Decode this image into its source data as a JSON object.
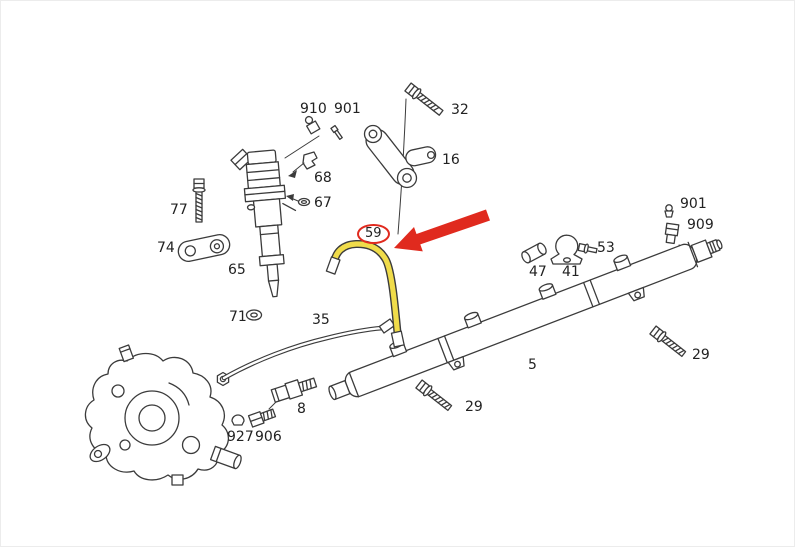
{
  "diagram": {
    "type": "exploded-parts-diagram",
    "subject": "common-rail fuel injection system line drawing",
    "highlight": {
      "circled_part": "59",
      "arrow_points_to": "59"
    },
    "colors": {
      "line_art": "#3b3b3b",
      "highlight_yellow": "#f0dc4a",
      "marker_red": "#e02a1e",
      "label_text": "#222222",
      "background": "#ffffff"
    },
    "labels": [
      {
        "text": "910"
      },
      {
        "text": "901"
      },
      {
        "text": "32"
      },
      {
        "text": "16"
      },
      {
        "text": "68"
      },
      {
        "text": "67"
      },
      {
        "text": "77"
      },
      {
        "text": "74"
      },
      {
        "text": "65"
      },
      {
        "text": "71"
      },
      {
        "text": "35"
      },
      {
        "text": "59"
      },
      {
        "text": "47"
      },
      {
        "text": "41"
      },
      {
        "text": "53"
      },
      {
        "text": "901"
      },
      {
        "text": "909"
      },
      {
        "text": "5"
      },
      {
        "text": "29"
      },
      {
        "text": "29"
      },
      {
        "text": "8"
      },
      {
        "text": "927"
      },
      {
        "text": "906"
      }
    ]
  }
}
